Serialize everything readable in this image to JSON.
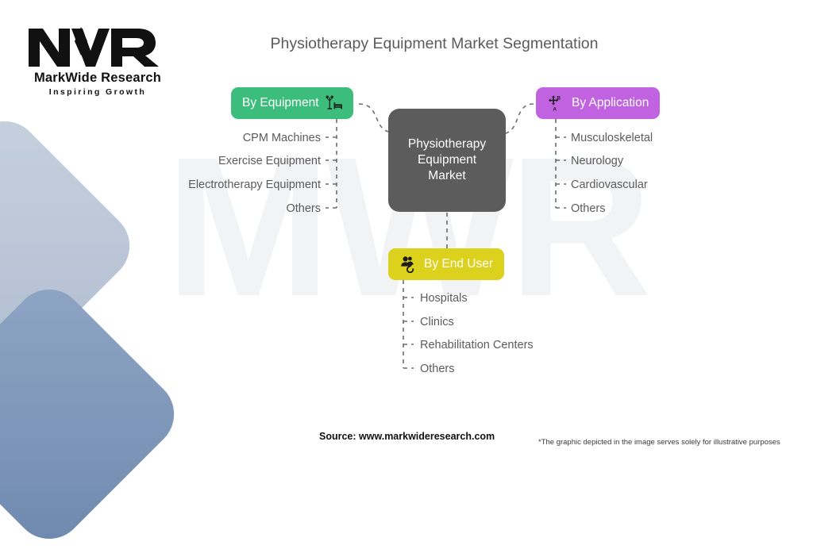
{
  "logo": {
    "mark_text": "MWR",
    "name": "MarkWide Research",
    "tagline": "Inspiring Growth",
    "watermark_text": "MWR"
  },
  "title": "Physiotherapy Equipment Market Segmentation",
  "center_node": {
    "line1": "Physiotherapy",
    "line2": "Equipment",
    "line3": "Market",
    "color": "#5c5c5c"
  },
  "branches": [
    {
      "id": "equipment",
      "label": "By Equipment",
      "color": "#3cbd7c",
      "icon": "hospital-bed-iv-stand-icon",
      "position": "left",
      "items": [
        "CPM Machines",
        "Exercise Equipment",
        "Electrotherapy Equipment",
        "Others"
      ]
    },
    {
      "id": "application",
      "label": "By Application",
      "color": "#c162e0",
      "icon": "transfer-a-to-b-icon",
      "position": "right",
      "items": [
        "Musculoskeletal",
        "Neurology",
        "Cardiovascular",
        "Others"
      ]
    },
    {
      "id": "end-user",
      "label": "By End User",
      "color": "#dcd11d",
      "icon": "users-refresh-icon",
      "position": "bottom",
      "items": [
        "Hospitals",
        "Clinics",
        "Rehabilitation Centers",
        "Others"
      ]
    }
  ],
  "footer": {
    "source": "Source: www.markwideresearch.com",
    "disclaimer": "*The graphic depicted in the image serves solely for illustrative purposes"
  },
  "decor": {
    "square_light": "#bcc8d8",
    "square_dark": "#7d95b8",
    "watermark_color": "#f2f3f5"
  }
}
